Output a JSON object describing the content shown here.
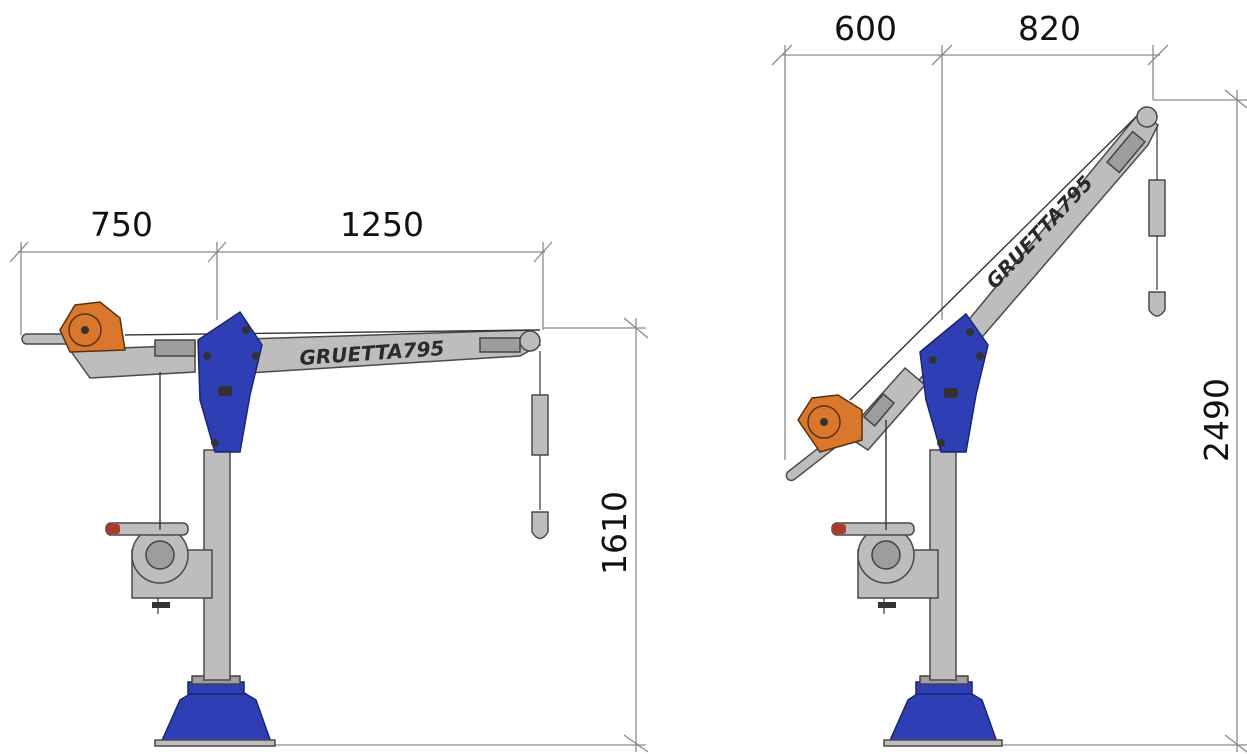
{
  "views": [
    {
      "id": "horizontal",
      "brand_label": "GRUETTA795",
      "dims": {
        "rear": "750",
        "front": "1250",
        "height": "1610"
      }
    },
    {
      "id": "raised",
      "brand_label": "GRUETTA795",
      "dims": {
        "rear": "600",
        "front": "820",
        "height": "2490"
      }
    }
  ],
  "colors": {
    "column": "#2e3fb5",
    "steel": "#bdbdbd",
    "winch": "#d9782c",
    "dimension_line": "#8a8a8a"
  }
}
